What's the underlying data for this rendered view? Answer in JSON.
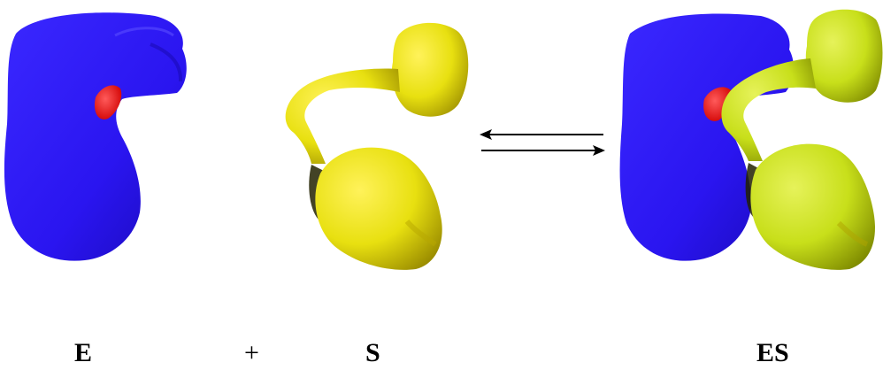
{
  "labels": {
    "enzyme": "E",
    "plus": "+",
    "substrate": "S",
    "complex": "ES"
  },
  "colors": {
    "enzyme": "#2a15f0",
    "active_site": "#ff1010",
    "substrate": "#e8e010",
    "substrate_bound": "#c8df1a",
    "arrow": "#000000",
    "background": "#ffffff"
  },
  "icons": {
    "equilibrium": "equilibrium-arrows-icon"
  }
}
